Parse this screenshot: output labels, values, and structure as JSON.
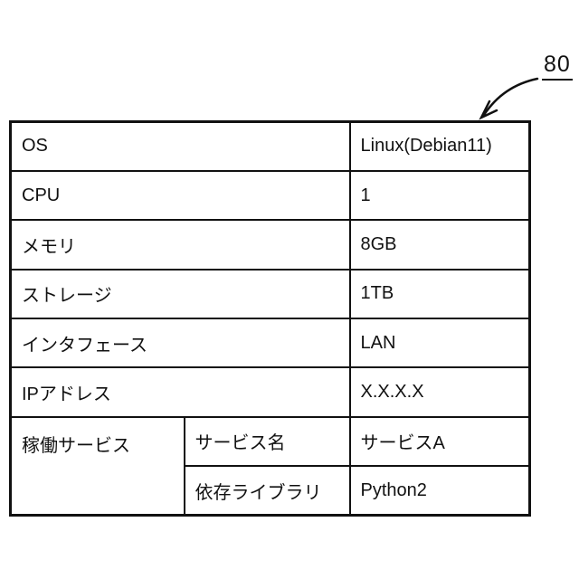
{
  "figure": {
    "ref_label": "80"
  },
  "spec_table": {
    "rows": [
      {
        "label": "OS",
        "value": "Linux(Debian11)"
      },
      {
        "label": "CPU",
        "value": "1"
      },
      {
        "label": "メモリ",
        "value": "8GB"
      },
      {
        "label": "ストレージ",
        "value": "1TB"
      },
      {
        "label": "インタフェース",
        "value": "LAN"
      },
      {
        "label": "IPアドレス",
        "value": "X.X.X.X"
      }
    ],
    "service_group": {
      "label": "稼働サービス",
      "sub_rows": [
        {
          "label": "サービス名",
          "value": "サービスA"
        },
        {
          "label": "依存ライブラリ",
          "value": "Python2"
        }
      ]
    }
  }
}
